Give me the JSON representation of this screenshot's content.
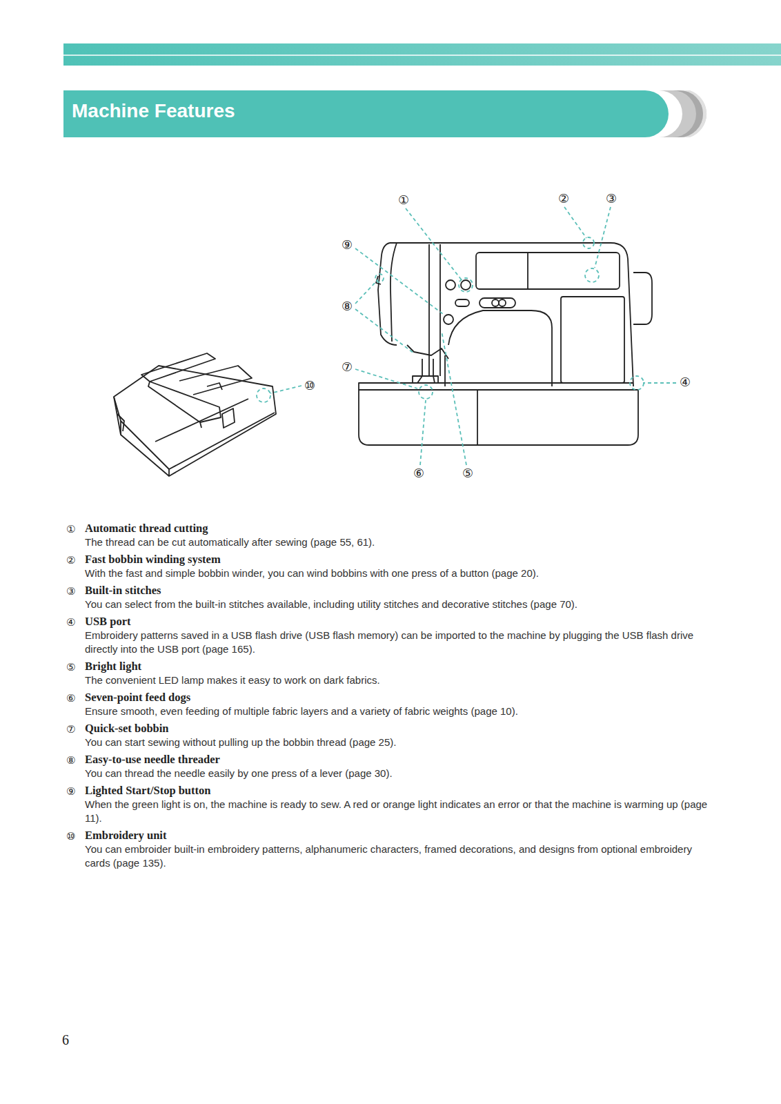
{
  "diagram": {
    "title": "Machine Features",
    "labels": [
      "①",
      "②",
      "③",
      "⑨",
      "⑧",
      "⑦",
      "⑩",
      "④",
      "⑥",
      "⑤",
      "①",
      "Automatic thread cutting",
      "The thread can be cut automatically after sewing (page 55, 61).",
      "②",
      "Fast bobbin winding system",
      "With the fast and simple bobbin winder, you can wind bobbins with one press of a button (page 20).",
      "③",
      "Built-in stitches",
      "You can select from the built-in stitches available, including utility stitches and decorative stitches (page 70).",
      "④",
      "USB port",
      "Embroidery patterns saved in a USB flash drive (USB flash memory) can be imported to the machine by plugging the USB flash drive directly into the USB port (page 165).",
      "⑤",
      "Bright light",
      "The convenient LED lamp makes it easy to work on dark fabrics.",
      "⑥",
      "Seven-point feed dogs",
      "Ensure smooth, even feeding of multiple fabric layers and a variety of fabric weights (page 10).",
      "⑦",
      "Quick-set bobbin",
      "You can start sewing without pulling up the bobbin thread (page 25).",
      "⑧",
      "Easy-to-use needle threader",
      "You can thread the needle easily by one press of a lever (page 30).",
      "⑨",
      "Lighted Start/Stop button",
      "When the green light is on, the machine is ready to sew. A red or orange light indicates an error or that the machine is warming up (page 11).",
      "⑩",
      "Embroidery unit",
      "You can embroider built-in embroidery patterns, alphanumeric characters, framed decorations, and designs from optional embroidery cards (page 135).",
      "6"
    ]
  }
}
